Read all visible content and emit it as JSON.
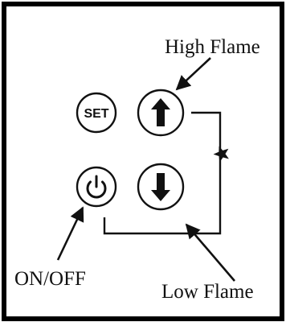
{
  "labels": {
    "high_flame": "High Flame",
    "low_flame": "Low Flame",
    "on_off": "ON/OFF"
  },
  "buttons": {
    "set": {
      "text": "SET",
      "icon": "set-text"
    },
    "up": {
      "icon": "arrow-up-icon"
    },
    "down": {
      "icon": "arrow-down-icon"
    },
    "power": {
      "icon": "power-icon"
    }
  },
  "symbols": {
    "star": "star-icon"
  }
}
